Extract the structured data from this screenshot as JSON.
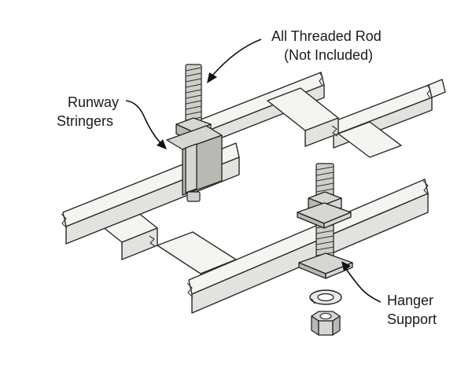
{
  "labels": {
    "threaded_rod_line1": "All Threaded Rod",
    "threaded_rod_line2": "(Not Included)",
    "runway_line1": "Runway",
    "runway_line2": "Stringers",
    "hanger_line1": "Hanger",
    "hanger_line2": "Support"
  }
}
